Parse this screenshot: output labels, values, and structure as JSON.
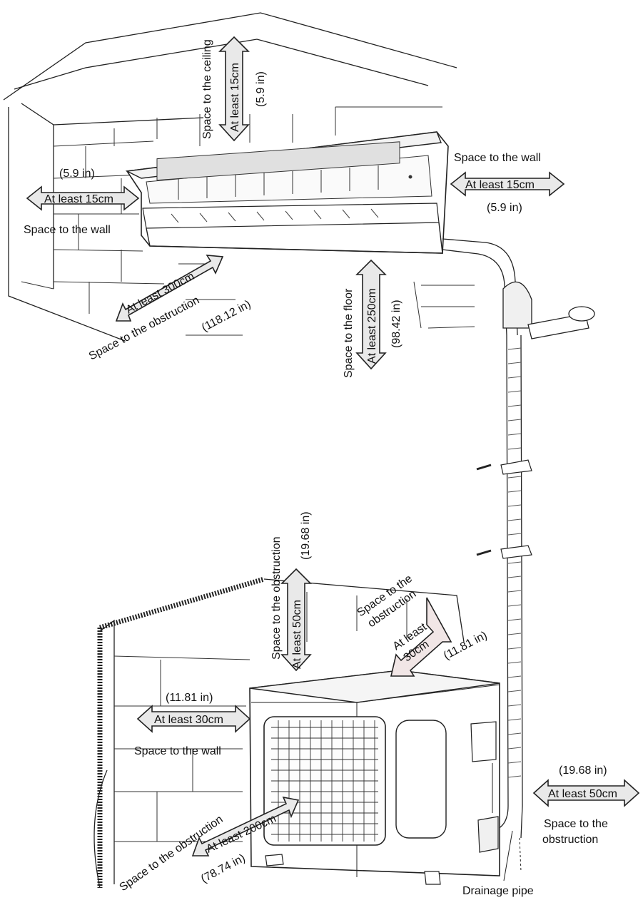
{
  "indoor": {
    "ceiling": {
      "title": "Space to the ceiling",
      "value": "At least 15cm",
      "inch": "(5.9 in)"
    },
    "left_wall": {
      "inch": "(5.9 in)",
      "value": "At least 15cm",
      "title": "Space to the wall"
    },
    "right_wall": {
      "title": "Space to the wall",
      "value": "At least 15cm",
      "inch": "(5.9 in)"
    },
    "front": {
      "value": "At least 300cm",
      "title": "Space to the obstruction",
      "inch": "(118.12 in)"
    },
    "floor": {
      "title": "Space to the floor",
      "value": "At least 250cm",
      "inch": "(98.42 in)"
    }
  },
  "outdoor": {
    "top": {
      "title": "Space to the obstruction",
      "value": "At least 50cm",
      "inch": "(19.68 in)"
    },
    "back": {
      "title_line1": "Space to the",
      "title_line2": "obstruction",
      "value_line1": "At least",
      "value_line2": "30cm",
      "inch": "(11.81 in)"
    },
    "left": {
      "inch": "(11.81 in)",
      "value": "At least 30cm",
      "title": "Space to the wall"
    },
    "front": {
      "title": "Space to the obstruction",
      "value": "At least 200cm",
      "inch": "(78.74 in)"
    },
    "right": {
      "inch": "(19.68 in)",
      "value": "At least 50cm",
      "title_line1": "Space to the",
      "title_line2": "obstruction"
    }
  },
  "drain": {
    "label": "Drainage pipe"
  }
}
